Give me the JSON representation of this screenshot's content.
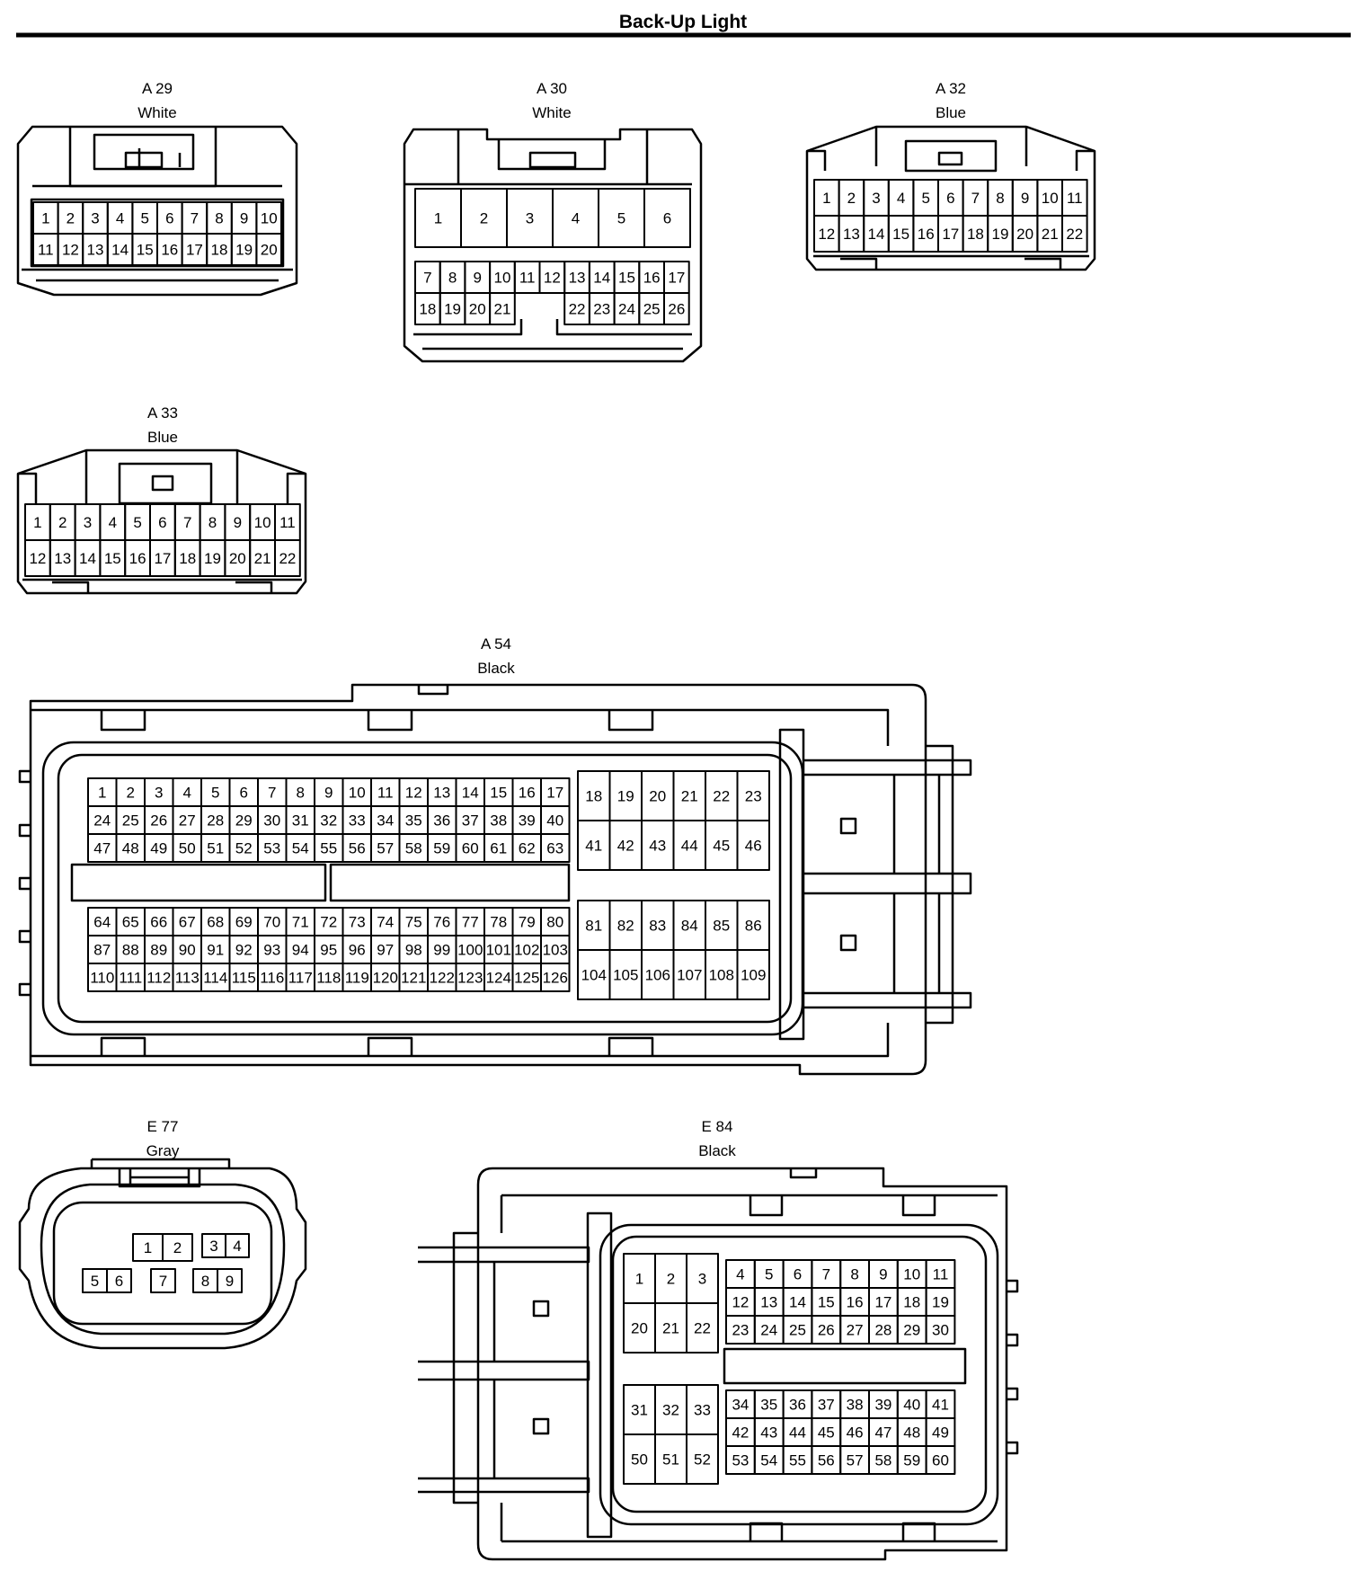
{
  "title": "Back-Up Light",
  "connectors": [
    {
      "id": "a29",
      "code": "A 29",
      "color": "White"
    },
    {
      "id": "a30",
      "code": "A 30",
      "color": "White"
    },
    {
      "id": "a32",
      "code": "A 32",
      "color": "Blue"
    },
    {
      "id": "a33",
      "code": "A 33",
      "color": "Blue"
    },
    {
      "id": "a54",
      "code": "A 54",
      "color": "Black"
    },
    {
      "id": "e77",
      "code": "E 77",
      "color": "Gray"
    },
    {
      "id": "e84",
      "code": "E 84",
      "color": "Black"
    }
  ]
}
